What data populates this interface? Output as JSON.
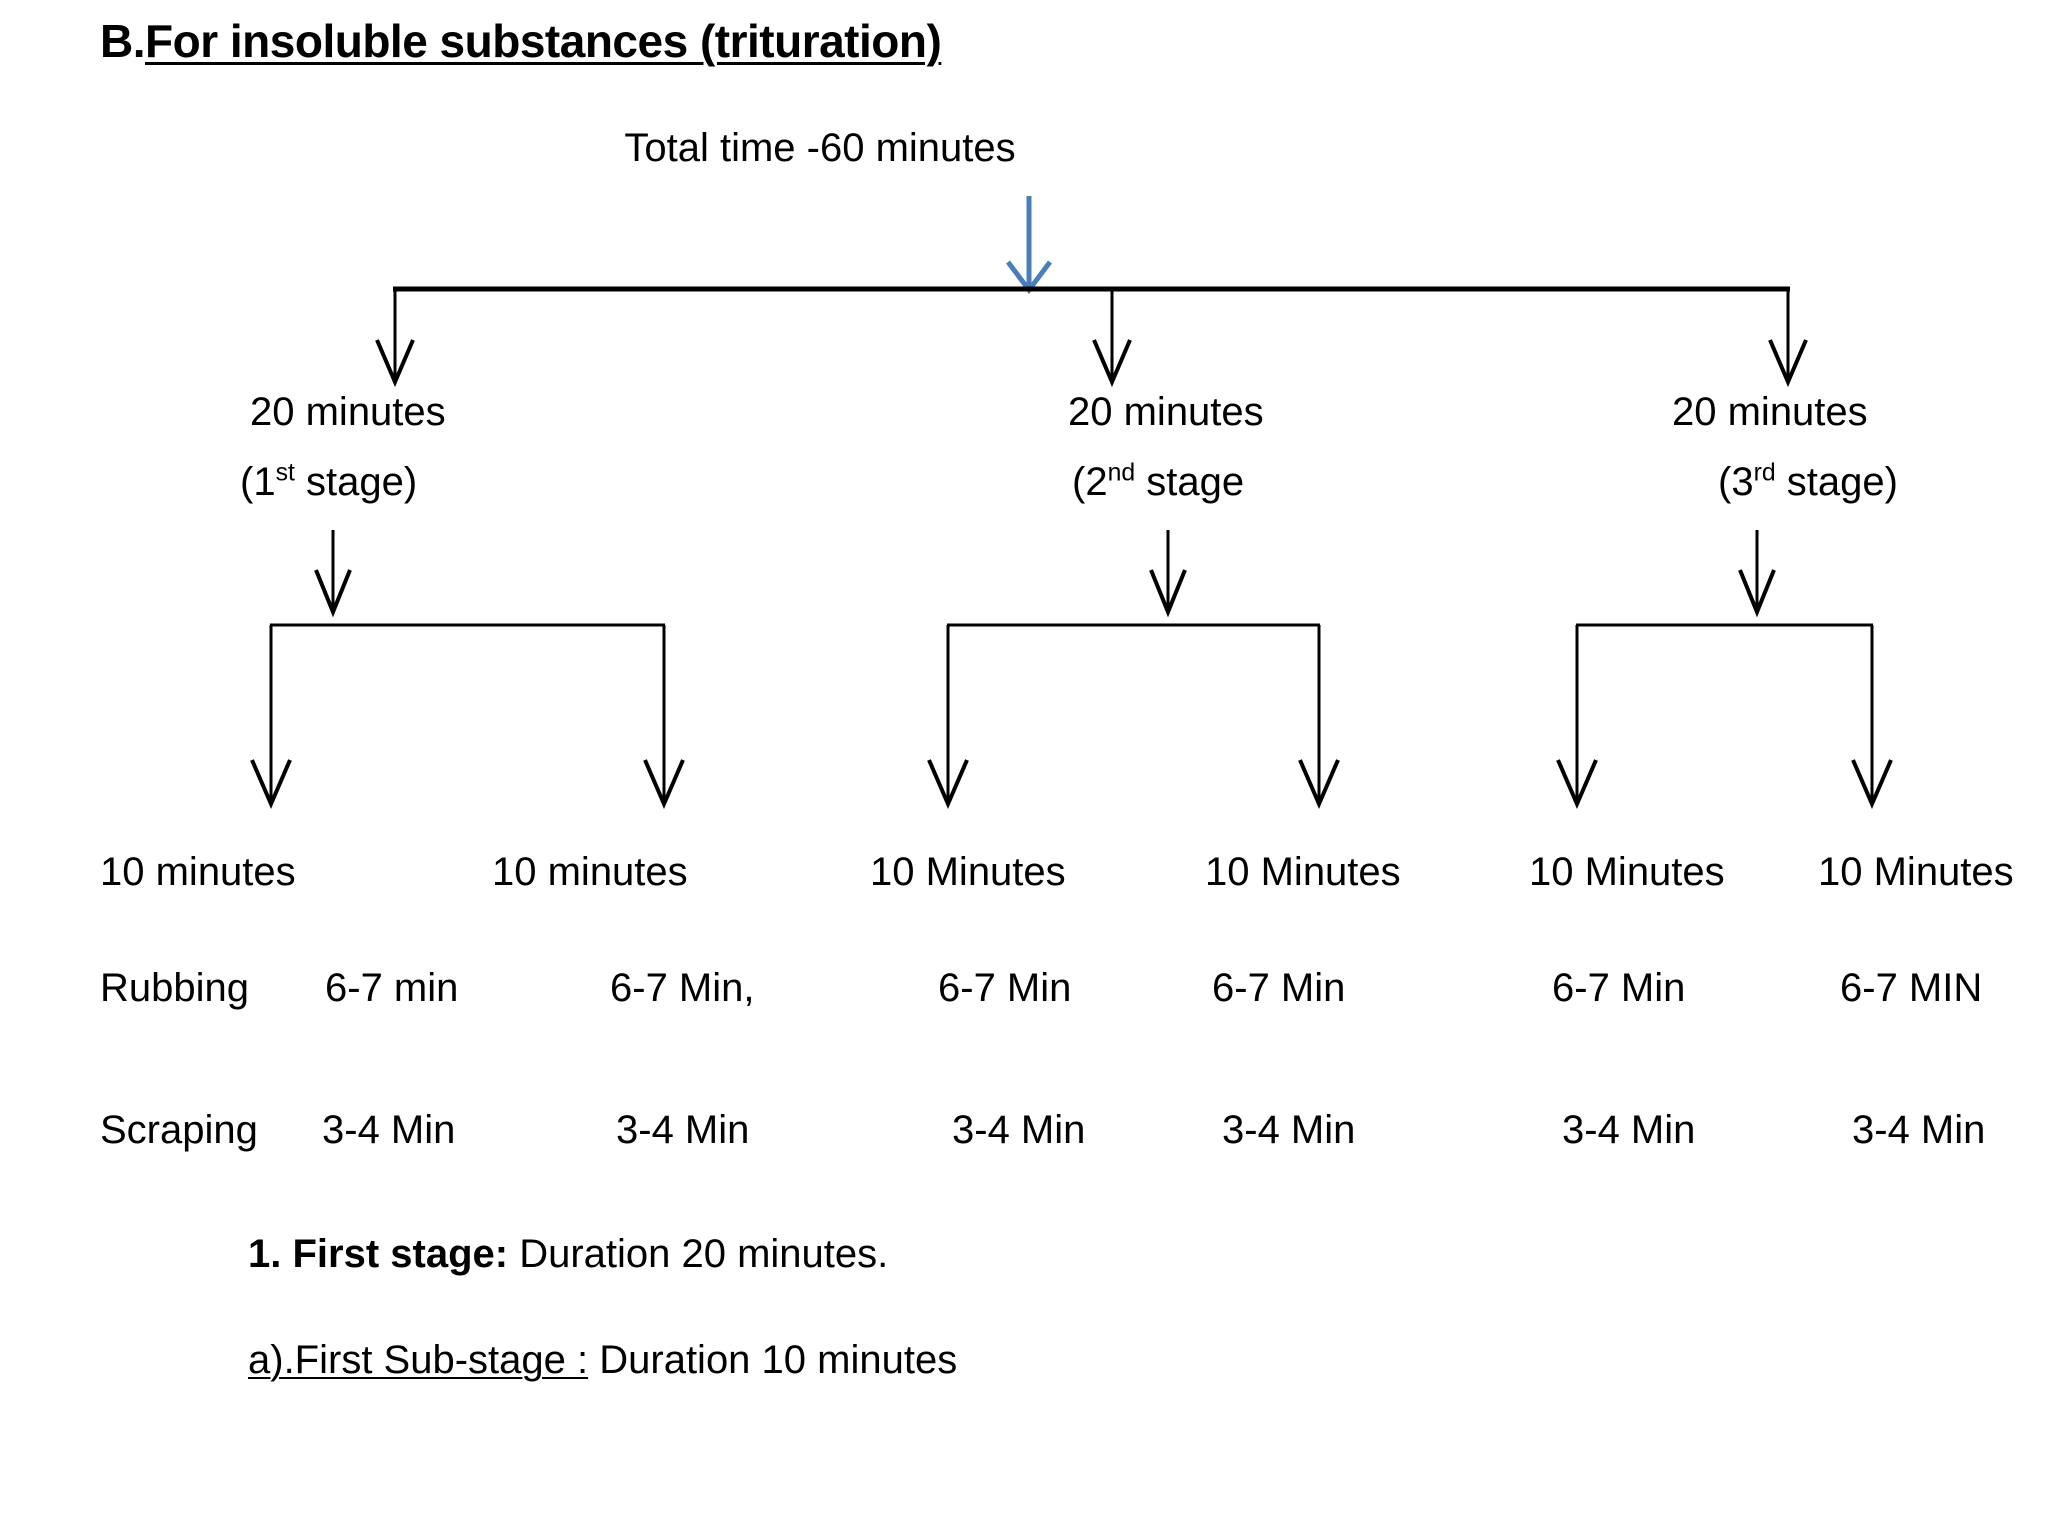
{
  "title": {
    "prefix": "B.",
    "underlined": "For insoluble substances (trituration)"
  },
  "root": {
    "label": "Total time -60 minutes"
  },
  "colors": {
    "arrow_blue": "#4A7EBB",
    "line_black": "#000000",
    "text_black": "#000000",
    "background": "#FFFFFF"
  },
  "stages": [
    {
      "duration": "20 minutes",
      "stage_open": "(1",
      "stage_ordinal": "st",
      "stage_rest": " stage)"
    },
    {
      "duration": "20 minutes",
      "stage_open": "(2",
      "stage_ordinal": "nd",
      "stage_rest": " stage"
    },
    {
      "duration": "20 minutes",
      "stage_open": "(3",
      "stage_ordinal": "rd",
      "stage_rest": " stage)"
    }
  ],
  "substage_row_labels": {
    "rubbing": "Rubbing",
    "scraping": "Scraping"
  },
  "substages": [
    {
      "minutes": "10 minutes",
      "rubbing": "6-7 min",
      "scraping": "3-4 Min"
    },
    {
      "minutes": "10 minutes",
      "rubbing": "6-7 Min,",
      "scraping": "3-4 Min"
    },
    {
      "minutes": "10 Minutes",
      "rubbing": "6-7 Min",
      "scraping": "3-4 Min"
    },
    {
      "minutes": "10 Minutes",
      "rubbing": "6-7 Min",
      "scraping": "3-4 Min"
    },
    {
      "minutes": "10 Minutes",
      "rubbing": "6-7 Min",
      "scraping": "3-4 Min"
    },
    {
      "minutes": "10 Minutes",
      "rubbing": "6-7 MIN",
      "scraping": "3-4 Min"
    }
  ],
  "notes": {
    "line1_bold": "1. First stage:",
    "line1_rest": " Duration 20 minutes.",
    "line2_underlined": "a).First Sub-stage :",
    "line2_rest": " Duration 10 minutes"
  }
}
